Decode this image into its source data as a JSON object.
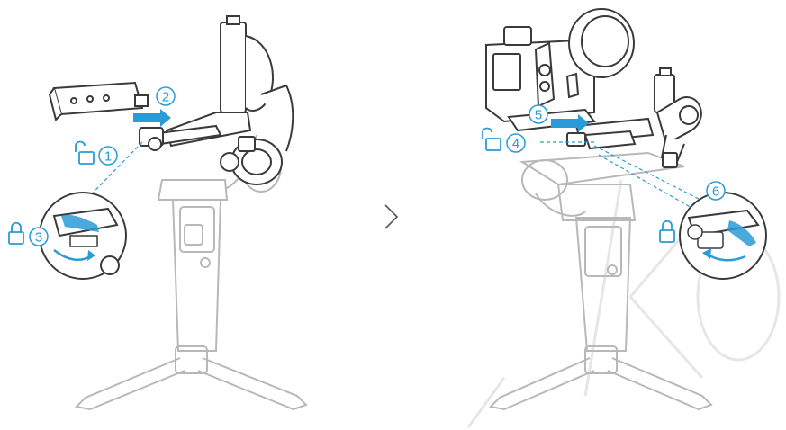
{
  "colors": {
    "accent": "#2a9bd6",
    "line": "#3a3a3a",
    "ghost": "#b8b8b8",
    "watermark": "#e6e6e6"
  },
  "steps": {
    "s1": "1",
    "s2": "2",
    "s3": "3",
    "s4": "4",
    "s5": "5",
    "s6": "6"
  },
  "icons": {
    "unlock_left": "unlock-icon",
    "lock_left": "lock-icon",
    "unlock_right": "unlock-icon",
    "lock_right": "lock-icon",
    "next": "chevron-right-icon"
  }
}
